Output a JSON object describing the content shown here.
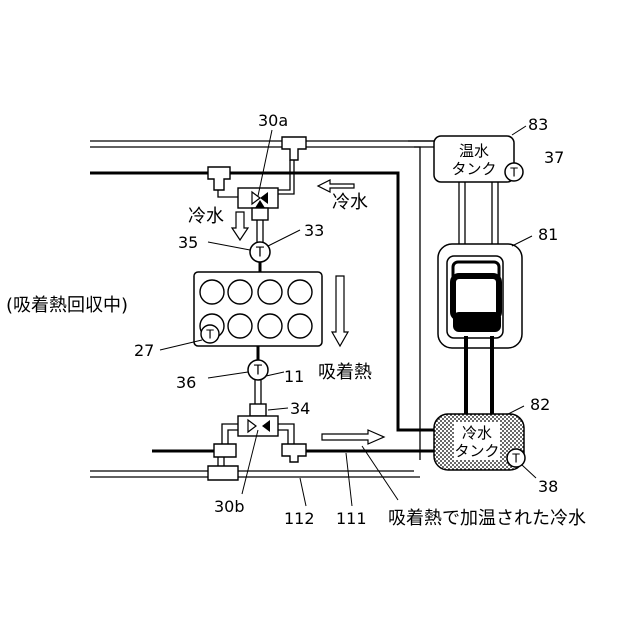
{
  "labels": {
    "ref_83": "83",
    "ref_37": "37",
    "ref_81": "81",
    "ref_82": "82",
    "ref_38": "38",
    "ref_30a": "30a",
    "ref_33": "33",
    "ref_35": "35",
    "ref_27": "27",
    "ref_36": "36",
    "ref_11": "11",
    "ref_34": "34",
    "ref_30b": "30b",
    "ref_112": "112",
    "ref_111": "111",
    "cold_water_upper": "冷水",
    "cold_water_left": "冷水",
    "recovery_mode": "(吸着熱回収中)",
    "adsorption_heat": "吸着熱",
    "heated_cold_water": "吸着熱で加温された冷水",
    "hot_tank_line1": "温水",
    "hot_tank_line2": "タンク",
    "cold_tank_line1": "冷水",
    "cold_tank_line2": "タンク",
    "temp_sensor_symbol": "T"
  }
}
